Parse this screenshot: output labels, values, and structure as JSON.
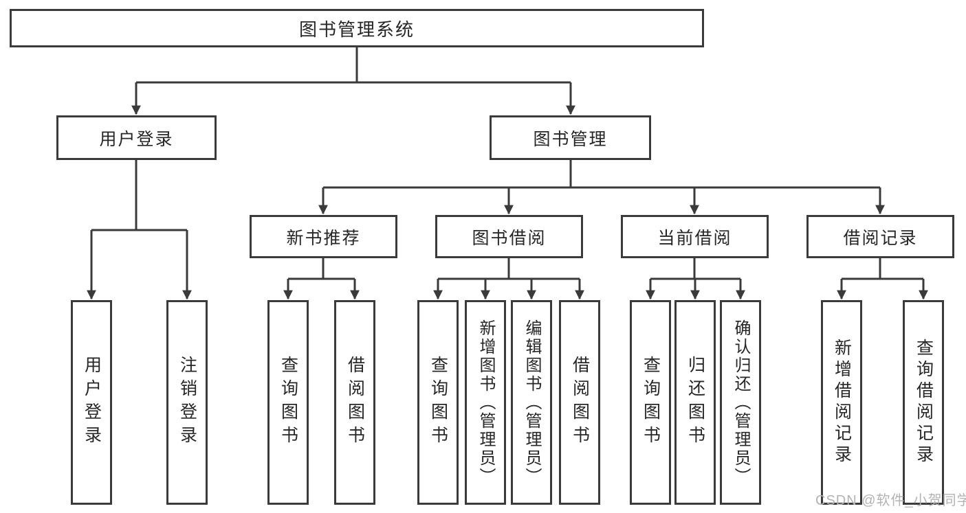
{
  "diagram": {
    "root": {
      "label": "图书管理系统"
    },
    "level2": [
      {
        "label": "用户登录"
      },
      {
        "label": "图书管理"
      }
    ],
    "level3": [
      {
        "label": "新书推荐"
      },
      {
        "label": "图书借阅"
      },
      {
        "label": "当前借阅"
      },
      {
        "label": "借阅记录"
      }
    ],
    "level4": [
      {
        "label": "用户登录"
      },
      {
        "label": "注销登录"
      },
      {
        "label": "查询图书"
      },
      {
        "label": "借阅图书"
      },
      {
        "label": "查询图书"
      },
      {
        "label": "新增图书（管理员）"
      },
      {
        "label": "编辑图书（管理员）"
      },
      {
        "label": "借阅图书"
      },
      {
        "label": "查询图书"
      },
      {
        "label": "归还图书"
      },
      {
        "label": "确认归还（管理员）"
      },
      {
        "label": "新增借阅记录"
      },
      {
        "label": "查询借阅记录"
      }
    ]
  },
  "watermark": {
    "text": "CSDN @软件_小贺同学"
  },
  "colors": {
    "line": "#3a3a3a",
    "text": "#262626",
    "watermark": "#b3b3b3",
    "background": "#ffffff"
  }
}
